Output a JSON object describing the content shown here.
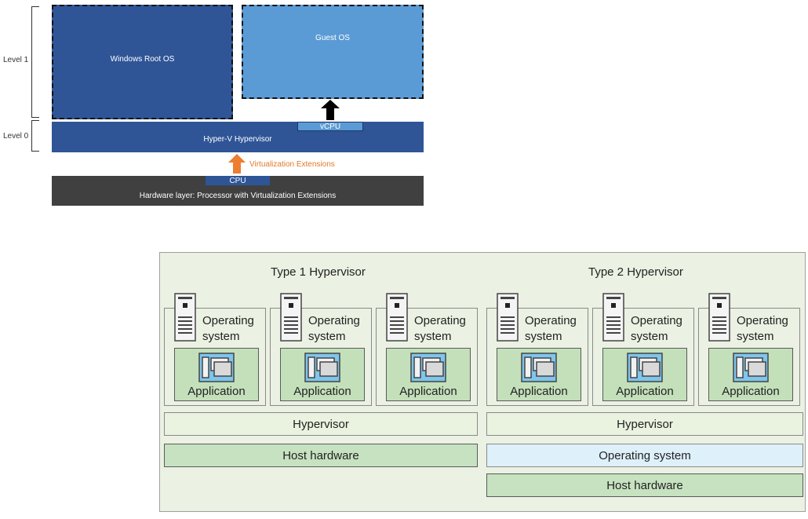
{
  "top": {
    "level1": "Level 1",
    "level0": "Level 0",
    "root_os": "Windows Root OS",
    "guest_os": "Guest OS",
    "vcpu": "vCPU",
    "hypervisor": "Hyper-V Hypervisor",
    "virt_ext": "Virtualization Extensions",
    "cpu": "CPU",
    "hardware": "Hardware layer: Processor with Virtualization Extensions"
  },
  "bottom": {
    "type1": {
      "title": "Type 1 Hypervisor",
      "vms": [
        {
          "os": "Operating system",
          "app": "Application"
        },
        {
          "os": "Operating system",
          "app": "Application"
        },
        {
          "os": "Operating system",
          "app": "Application"
        }
      ],
      "hypervisor": "Hypervisor",
      "host_hw": "Host hardware"
    },
    "type2": {
      "title": "Type 2 Hypervisor",
      "vms": [
        {
          "os": "Operating system",
          "app": "Application"
        },
        {
          "os": "Operating system",
          "app": "Application"
        },
        {
          "os": "Operating system",
          "app": "Application"
        }
      ],
      "hypervisor": "Hypervisor",
      "os": "Operating system",
      "host_hw": "Host hardware"
    }
  },
  "colors": {
    "root_os": "#2f5597",
    "guest_os": "#5b9bd5",
    "hardware": "#404040",
    "virt_arrow": "#ed7d31",
    "panel_bg": "#ebf1e3",
    "app_green": "#c3e0bb",
    "host_os_blue": "#def0fa"
  }
}
